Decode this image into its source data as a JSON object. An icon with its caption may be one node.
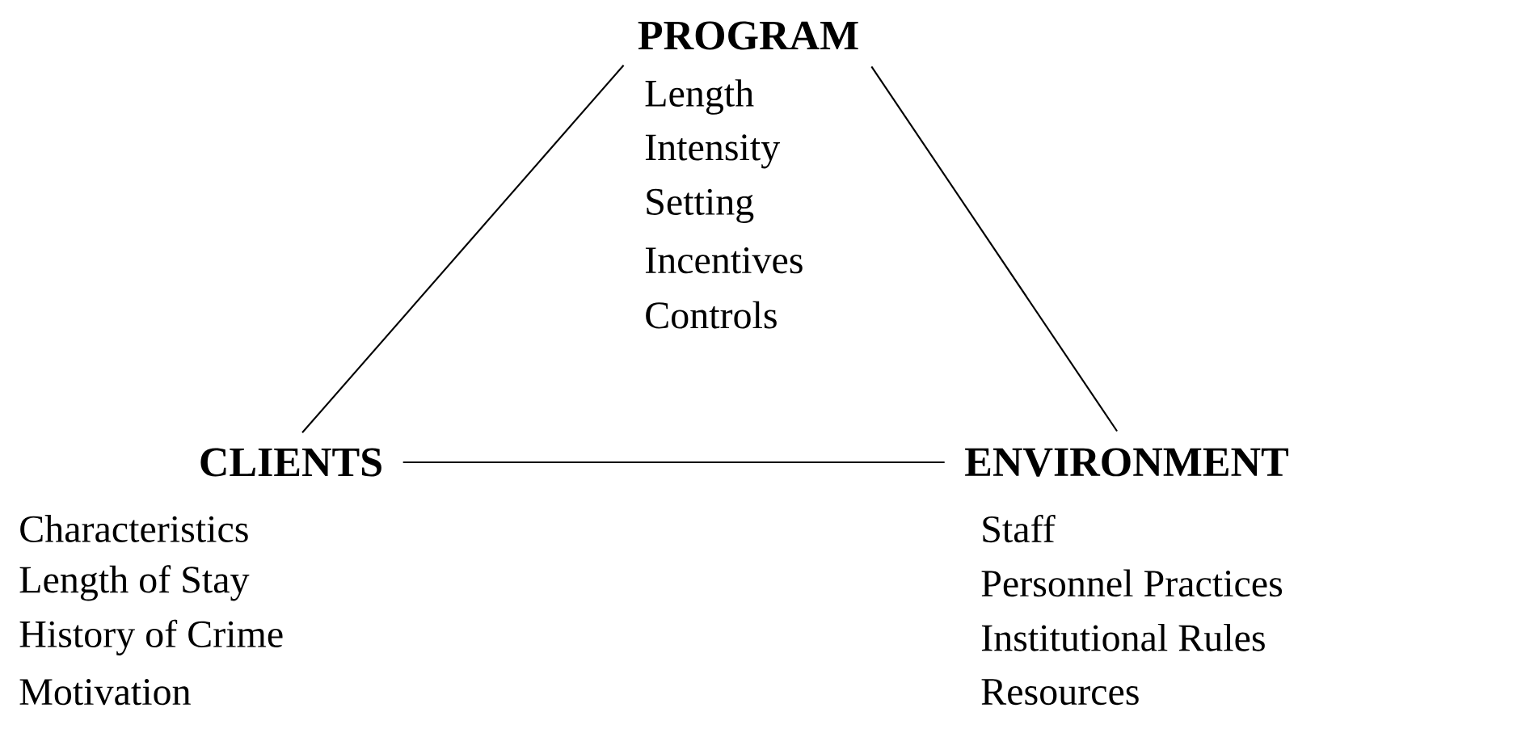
{
  "diagram": {
    "nodes": [
      {
        "text": [
          "PROGRAM",
          "Length",
          "Intensity",
          "Setting",
          "Incentives",
          "Controls"
        ]
      },
      {
        "text": [
          "CLIENTS",
          "Characteristics",
          "Length of Stay",
          "History of Crime",
          "Motivation"
        ]
      },
      {
        "text": [
          "ENVIRONMENT",
          "Staff",
          "Personnel Practices",
          "Institutional Rules",
          "Resources"
        ]
      }
    ],
    "edges": [
      {
        "from": 0,
        "to": 1,
        "arrow": "none"
      },
      {
        "from": 1,
        "to": 2,
        "arrow": "none"
      },
      {
        "from": 0,
        "to": 2,
        "arrow": "none"
      }
    ]
  }
}
